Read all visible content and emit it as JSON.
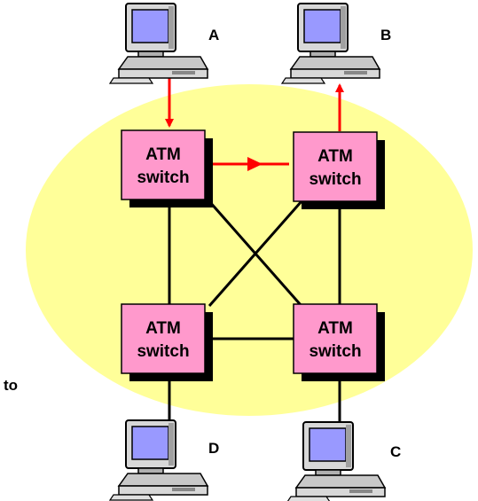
{
  "colors": {
    "cloud": "#ffff99",
    "switch_fill": "#ff99cc",
    "switch_shadow": "#000000",
    "link": "#000000",
    "active_path": "#ff0000",
    "screen": "#9999ff",
    "pc_body": "#d8d8d8"
  },
  "switches": [
    {
      "id": "top-left",
      "line1": "ATM",
      "line2": "switch"
    },
    {
      "id": "top-right",
      "line1": "ATM",
      "line2": "switch"
    },
    {
      "id": "bottom-left",
      "line1": "ATM",
      "line2": "switch"
    },
    {
      "id": "bottom-right",
      "line1": "ATM",
      "line2": "switch"
    }
  ],
  "hosts": [
    {
      "id": "A",
      "label": "A"
    },
    {
      "id": "B",
      "label": "B"
    },
    {
      "id": "D",
      "label": "D"
    },
    {
      "id": "C",
      "label": "C"
    }
  ],
  "side_text": "to",
  "path": {
    "from": "A",
    "to": "B",
    "via": [
      "top-left",
      "top-right"
    ]
  }
}
